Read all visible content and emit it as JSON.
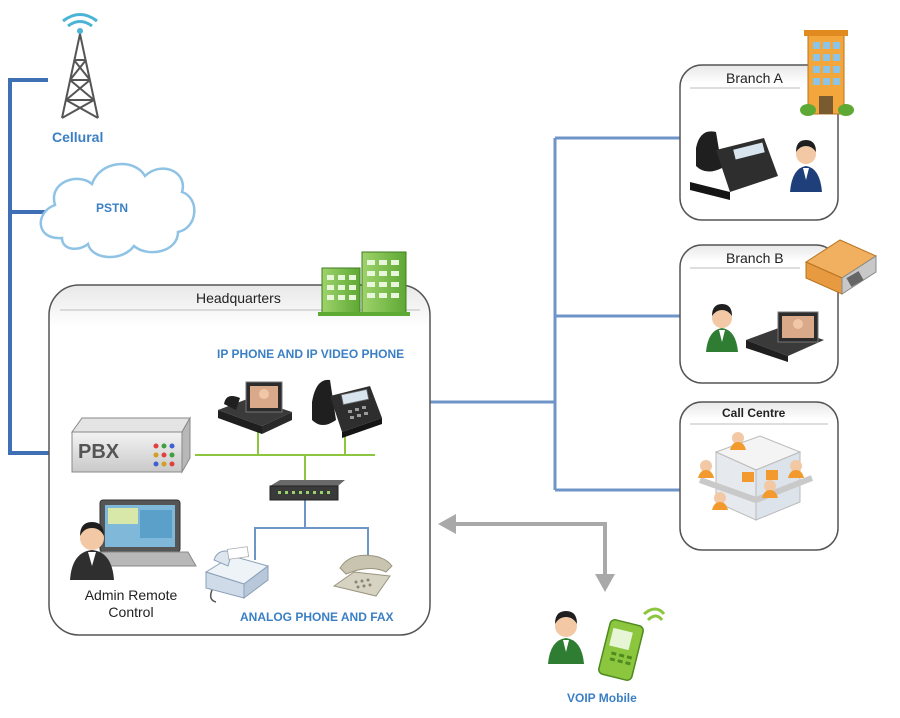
{
  "labels": {
    "cellular": "Cellural",
    "pstn": "PSTN",
    "headquarters": "Headquarters",
    "ip_phones": "IP PHONE AND IP VIDEO PHONE",
    "pbx": "PBX",
    "admin": "Admin Remote Control",
    "analog": "ANALOG PHONE AND FAX",
    "branch_a": "Branch A",
    "branch_b": "Branch B",
    "call_centre": "Call Centre",
    "voip_mobile": "VOIP Mobile"
  },
  "colors": {
    "trunk_line": "#3f6fb5",
    "network_line": "#6f95c8",
    "lan_line": "#8cc63f",
    "arrow": "#a9a9a9",
    "label_blue": "#3b7fc4"
  }
}
